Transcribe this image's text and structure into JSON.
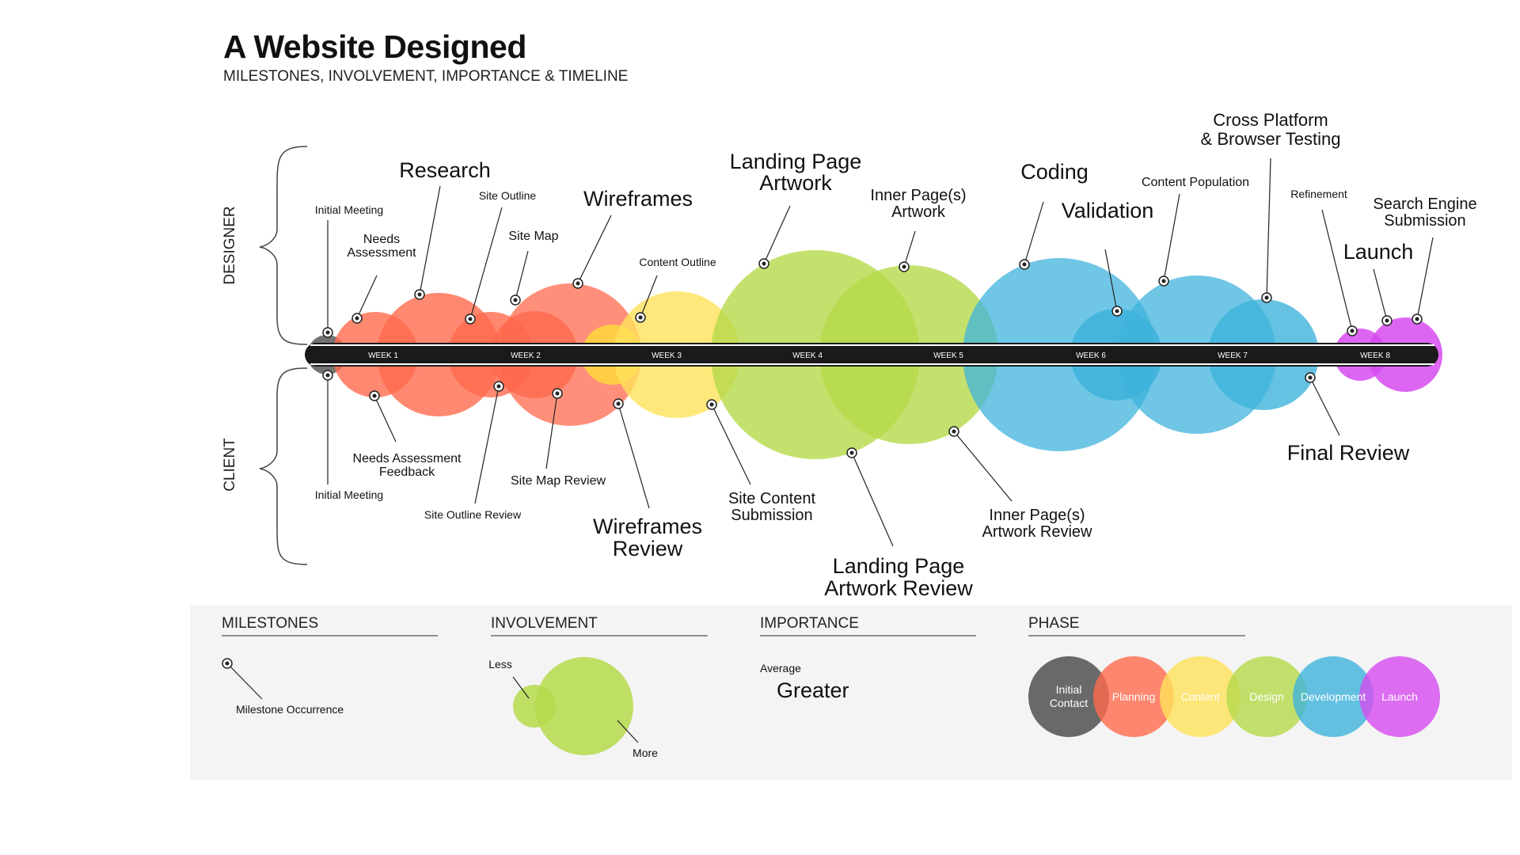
{
  "title": "A Website Designed",
  "subtitle": "MILESTONES, INVOLVEMENT, IMPORTANCE & TIMELINE",
  "side_labels": {
    "designer": "DESIGNER",
    "client": "CLIENT"
  },
  "weeks": [
    "WEEK 1",
    "WEEK 2",
    "WEEK 3",
    "WEEK 4",
    "WEEK 5",
    "WEEK 6",
    "WEEK 7",
    "WEEK 8"
  ],
  "colors": {
    "initial": "#5a5a5a",
    "planning": "#ff6a4d",
    "content": "#ffe25a",
    "design": "#b5d94a",
    "development": "#3fb3dc",
    "launch": "#d64bf0",
    "timeline": "#1a1a1a"
  },
  "designer_milestones": [
    "Initial Meeting",
    "Needs Assessment",
    "Research",
    "Site Outline",
    "Site Map",
    "Wireframes",
    "Content Outline",
    "Landing Page Artwork",
    "Inner Page(s) Artwork",
    "Coding",
    "Validation",
    "Content Population",
    "Cross Platform & Browser Testing",
    "Refinement",
    "Launch",
    "Search Engine Submission"
  ],
  "client_milestones": [
    "Initial Meeting",
    "Needs Assessment Feedback",
    "Site Outline Review",
    "Site Map Review",
    "Wireframes Review",
    "Site Content Submission",
    "Landing Page Artwork Review",
    "Inner Page(s) Artwork Review",
    "Final Review"
  ],
  "legend": {
    "milestones": {
      "heading": "MILESTONES",
      "item": "Milestone Occurrence"
    },
    "involvement": {
      "heading": "INVOLVEMENT",
      "less": "Less",
      "more": "More"
    },
    "importance": {
      "heading": "IMPORTANCE",
      "average": "Average",
      "greater": "Greater"
    },
    "phase": {
      "heading": "PHASE",
      "items": [
        "Initial Contact",
        "Planning",
        "Content",
        "Design",
        "Development",
        "Launch"
      ]
    }
  }
}
